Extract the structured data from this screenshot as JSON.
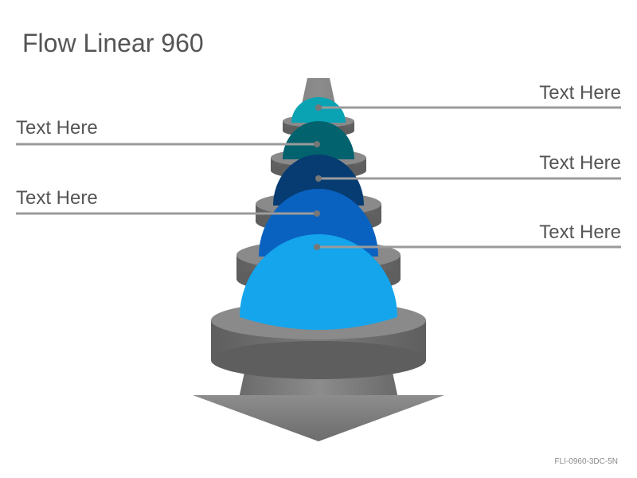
{
  "slide": {
    "title": "Flow Linear 960",
    "code": "FLI-0960-3DC-5N"
  },
  "stages": [
    {
      "label": "Text Here",
      "color": "#0aa3b4"
    },
    {
      "label": "Text Here",
      "color": "#02626e"
    },
    {
      "label": "Text Here",
      "color": "#063c72"
    },
    {
      "label": "Text Here",
      "color": "#0a62c0"
    },
    {
      "label": "Text Here",
      "color": "#14a5ec"
    }
  ],
  "colors": {
    "arrow": "#7a7a7a",
    "disc": "#7c7c7c",
    "connector": "#9b9b9b",
    "text": "#555555"
  }
}
